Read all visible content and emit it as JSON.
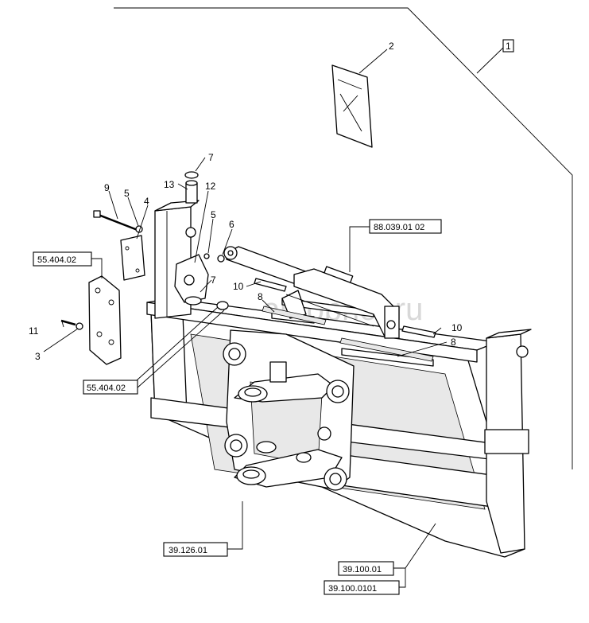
{
  "watermark": "autoprior.ru",
  "callouts": {
    "c1": "1",
    "c2": "2",
    "c3": "3",
    "c4": "4",
    "c5a": "5",
    "c5b": "5",
    "c6": "6",
    "c7a": "7",
    "c7b": "7",
    "c8a": "8",
    "c8b": "8",
    "c9": "9",
    "c10a": "10",
    "c10b": "10",
    "c11": "11",
    "c12": "12",
    "c13": "13"
  },
  "refs": {
    "r_88039": "88.039.01 02",
    "r_55404_top": "55.404.02",
    "r_55404_bot": "55.404.02",
    "r_39126": "39.126.01",
    "r_39100": "39.100.01",
    "r_39100_0101": "39.100.0101"
  }
}
